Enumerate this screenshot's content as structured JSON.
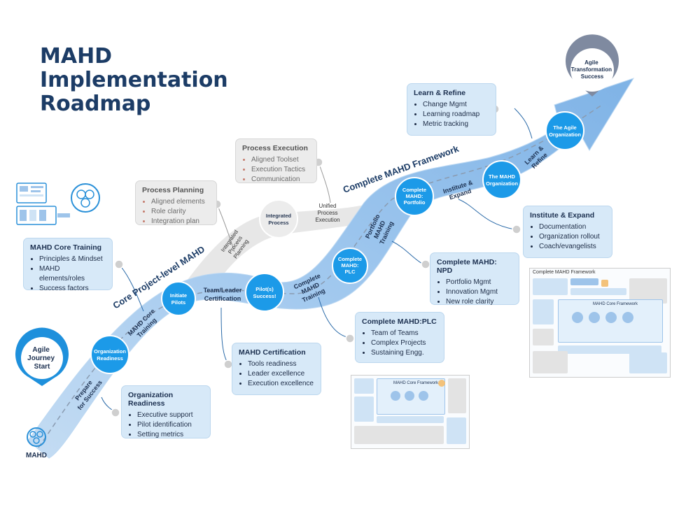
{
  "title": {
    "line1": "MAHD",
    "line2": "Implementation",
    "line3": "Roadmap"
  },
  "logo": {
    "text": "MAHD"
  },
  "endpoints": {
    "start": {
      "line1": "Agile",
      "line2": "Journey",
      "line3": "Start"
    },
    "finish": {
      "line1": "Agile",
      "line2": "Transformation",
      "line3": "Success"
    }
  },
  "milestones": {
    "organization_readiness": {
      "line1": "Organization",
      "line2": "Readiness"
    },
    "initiate_pilots": {
      "line1": "Initiate",
      "line2": "Pilots"
    },
    "pilot_success": {
      "line1": "Pilot(s)",
      "line2": "Success!"
    },
    "integrated_process": {
      "line1": "Integrated",
      "line2": "Process"
    },
    "complete_plc": {
      "line1": "Complete",
      "line2": "MAHD:",
      "line3": "PLC"
    },
    "complete_portfolio": {
      "line1": "Complete",
      "line2": "MAHD:",
      "line3": "Portfolio"
    },
    "mahd_organization": {
      "line1": "The MAHD",
      "line2": "Organization"
    },
    "agile_organization": {
      "line1": "The Agile",
      "line2": "Organization"
    }
  },
  "path_labels": {
    "prepare": {
      "line1": "Prepare",
      "line2": "for Success"
    },
    "core_training": {
      "line1": "MAHD Core",
      "line2": "Training"
    },
    "leader_cert": {
      "line1": "Team/Leader",
      "line2": "Certification"
    },
    "complete_training": {
      "line1": "Complete",
      "line2": "MAHD",
      "line3": "Training"
    },
    "portfolio_training": {
      "line1": "Portfolio",
      "line2": "MAHD",
      "line3": "Training"
    },
    "institute": {
      "line1": "Institute &",
      "line2": "Expand"
    },
    "learn": {
      "line1": "Learn &",
      "line2": "Refine"
    },
    "integrated_planning": {
      "line1": "Integrated",
      "line2": "Process",
      "line3": "Planning"
    },
    "unified_execution": {
      "line1": "Unified",
      "line2": "Process",
      "line3": "Execution"
    }
  },
  "phases": {
    "core": "Core Project-level MAHD",
    "complete": "Complete MAHD Framework"
  },
  "boxes": {
    "core_training": {
      "title": "MAHD Core Training",
      "items": [
        "Principles & Mindset",
        "MAHD elements/roles",
        "Success factors"
      ]
    },
    "org_readiness": {
      "title": "Organization Readiness",
      "items": [
        "Executive support",
        "Pilot identification",
        "Setting metrics"
      ]
    },
    "certification": {
      "title": "MAHD Certification",
      "items": [
        "Tools readiness",
        "Leader excellence",
        "Execution excellence"
      ]
    },
    "process_planning": {
      "title": "Process Planning",
      "items": [
        "Aligned elements",
        "Role clarity",
        "Integration plan"
      ]
    },
    "process_execution": {
      "title": "Process Execution",
      "items": [
        "Aligned Toolset",
        "Execution Tactics",
        "Communication"
      ]
    },
    "plc": {
      "title": "Complete MAHD:PLC",
      "items": [
        "Team of Teams",
        "Complex Projects",
        "Sustaining Engg."
      ]
    },
    "npd": {
      "title": "Complete MAHD: NPD",
      "items": [
        "Portfolio Mgmt",
        "Innovation Mgmt",
        "New role clarity"
      ]
    },
    "learn_refine": {
      "title": "Learn & Refine",
      "items": [
        "Change Mgmt",
        "Learning roadmap",
        "Metric tracking"
      ]
    },
    "institute_expand": {
      "title": "Institute & Expand",
      "items": [
        "Documentation",
        "Organization rollout",
        "Coach/evangelists"
      ]
    }
  },
  "thumbnails": {
    "framework": {
      "caption": "Complete MAHD Framework",
      "panel": "MAHD Core Framework"
    },
    "core": {
      "panel": "MAHD Core Framework"
    }
  },
  "colors": {
    "title": "#1c3c66",
    "road_light": "#a9cdef",
    "road_dark": "#6ea8dc",
    "milestone": "#1c9ae8",
    "box": "#d7e9f8",
    "gray_road": "#e6e6e6"
  }
}
